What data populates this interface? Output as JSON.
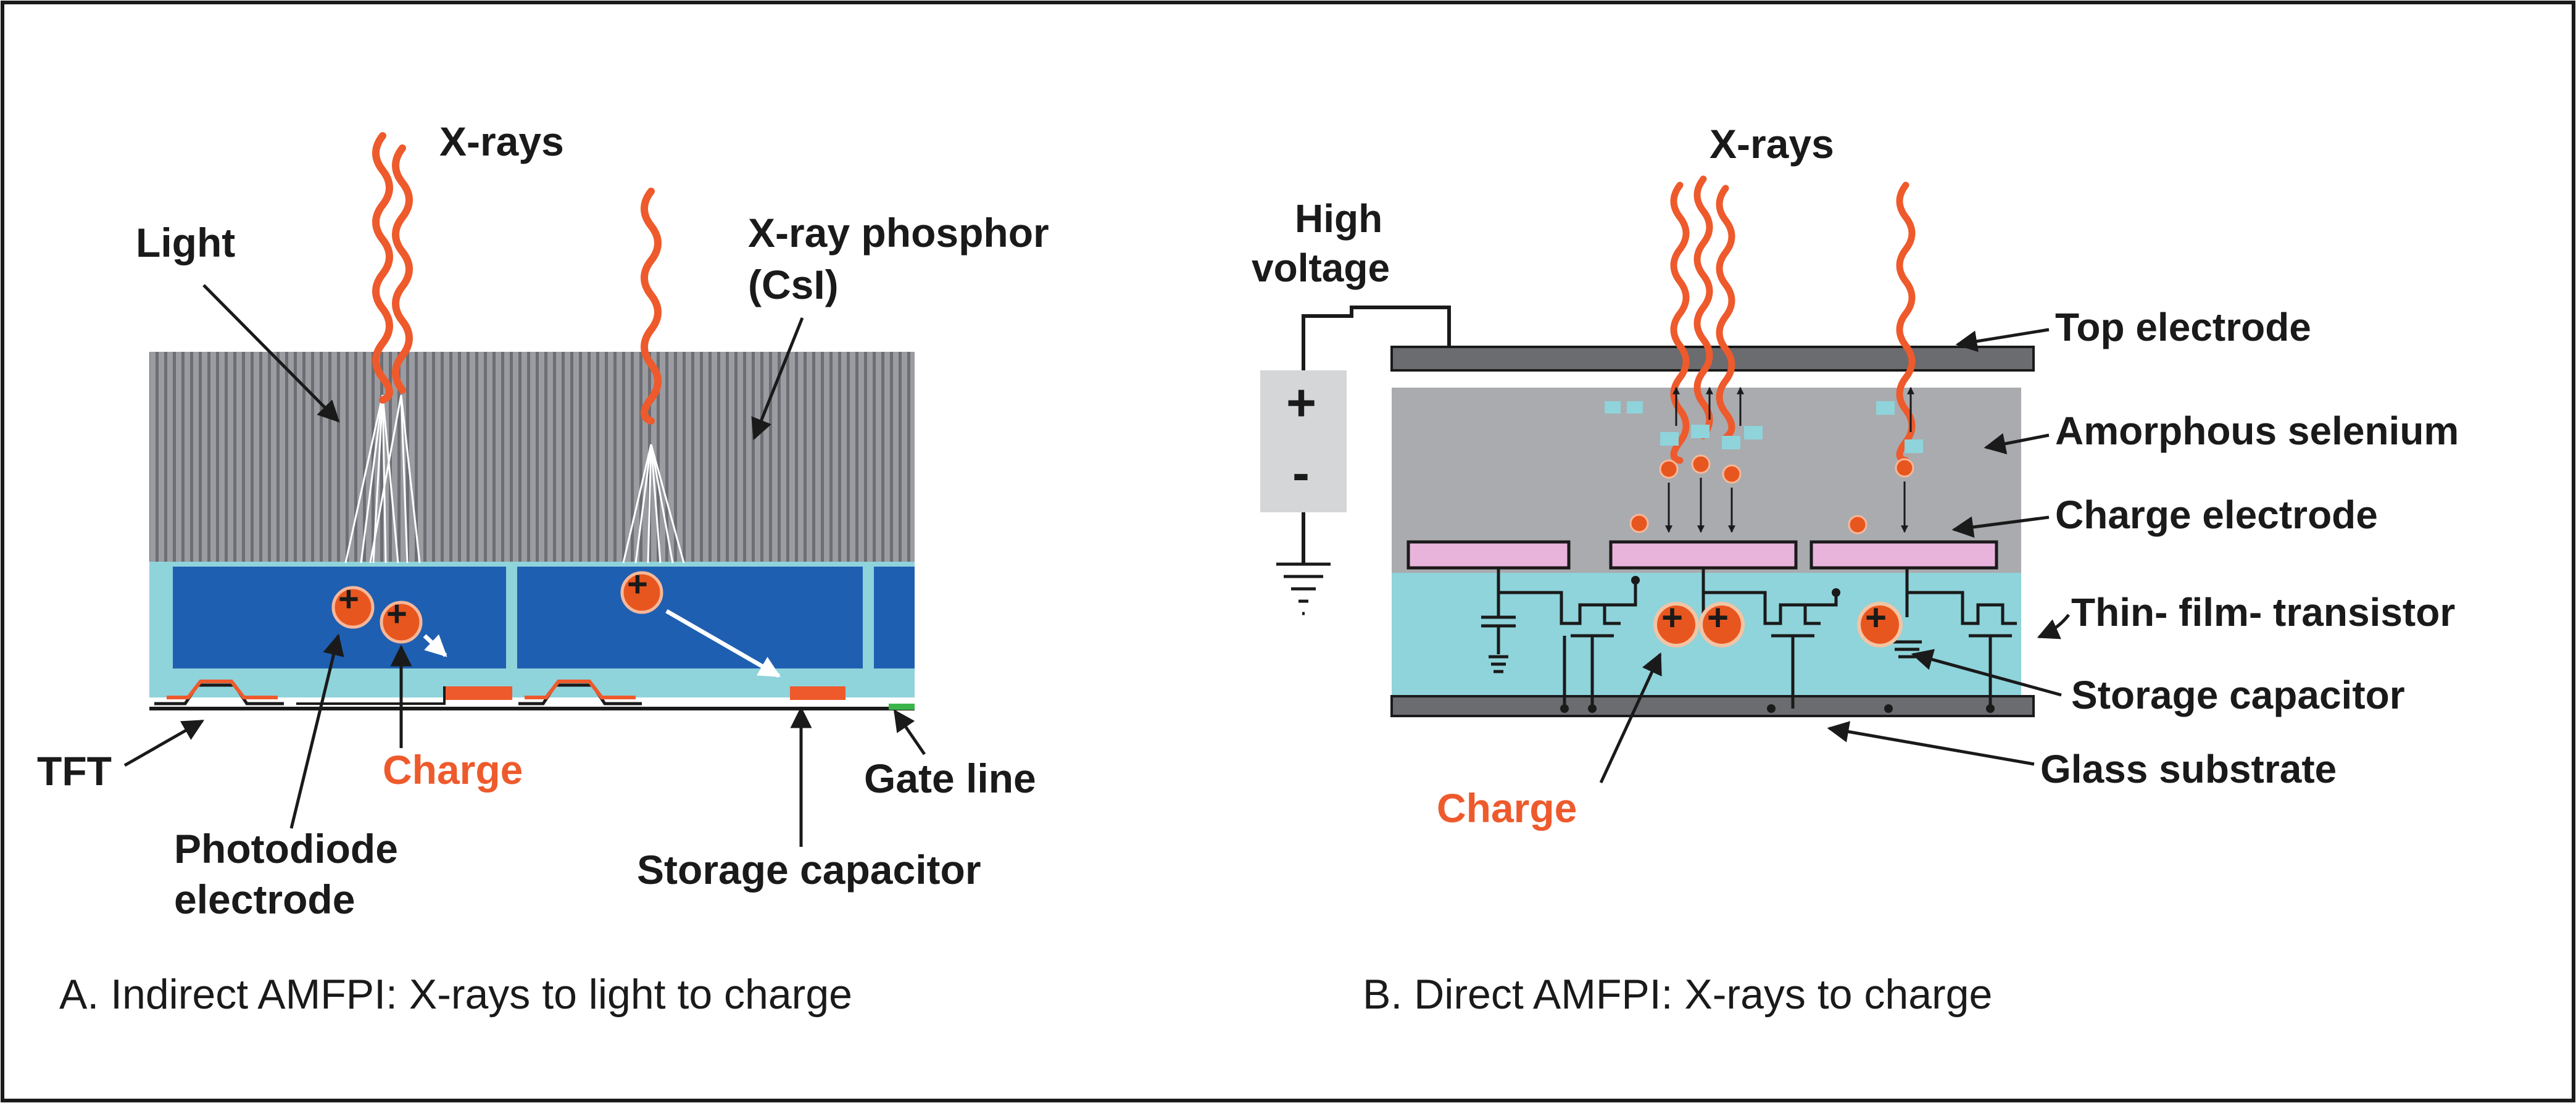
{
  "panel_a": {
    "xrays": "X-rays",
    "light": "Light",
    "phosphor_line1": "X-ray phosphor",
    "phosphor_line2": "(CsI)",
    "tft": "TFT",
    "charge": "Charge",
    "gate_line": "Gate line",
    "photodiode_line1": "Photodiode",
    "photodiode_line2": "electrode",
    "storage_capacitor": "Storage capacitor",
    "caption": "A. Indirect AMFPI: X-rays to light to charge",
    "plus": "+"
  },
  "panel_b": {
    "xrays": "X-rays",
    "high_voltage_line1": "High",
    "high_voltage_line2": "voltage",
    "top_electrode": "Top electrode",
    "amorphous_selenium": "Amorphous  selenium",
    "charge_electrode": "Charge electrode",
    "thin_film_transistor": "Thin- film- transistor",
    "storage_capacitor": "Storage capacitor",
    "glass_substrate": "Glass substrate",
    "charge": "Charge",
    "battery_plus": "+",
    "battery_minus": "-",
    "plus": "+"
  },
  "colors": {
    "frame": "#1a1a1a",
    "phosphor_gray": "#8f9196",
    "photodiode_blue": "#1f5fb2",
    "substrate_cyan": "#8fd3db",
    "xray_orange": "#ee5a2c",
    "selenium_gray": "#a9abae",
    "electrode_pink": "#e8b4dc",
    "charge_text": "#ee5a2c"
  }
}
